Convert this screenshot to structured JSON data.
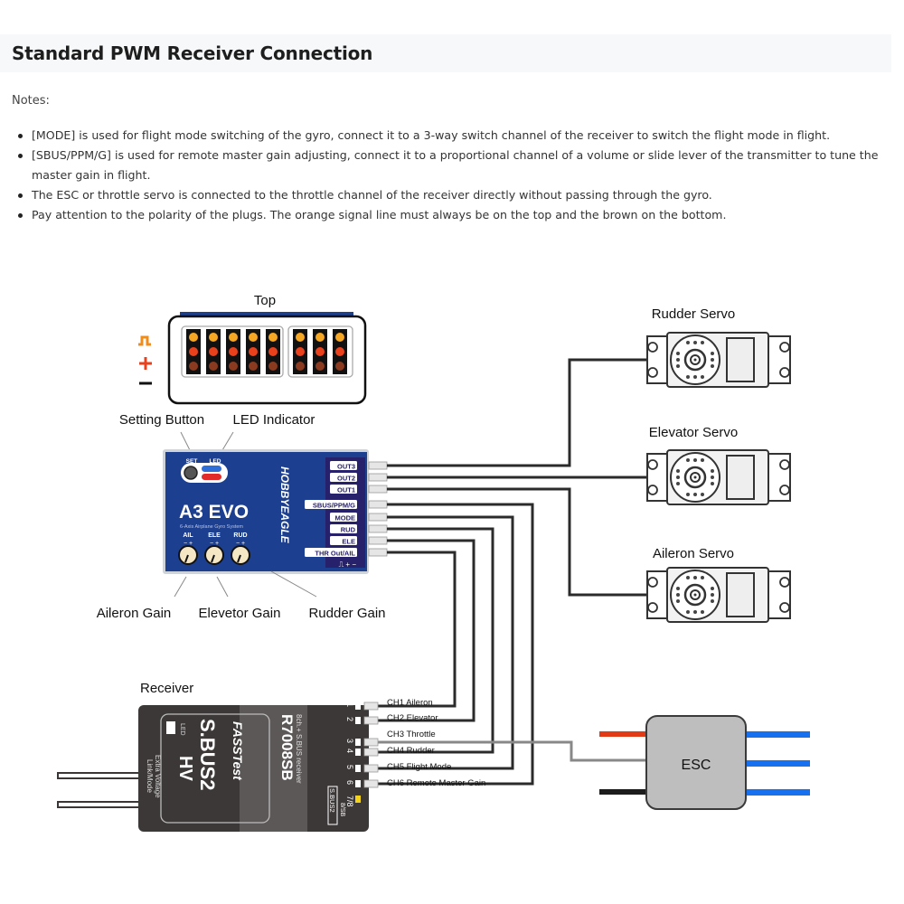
{
  "header": {
    "title": "Standard PWM Receiver Connection"
  },
  "notes": {
    "label": "Notes:",
    "items": [
      "[MODE] is used for flight mode switching of the gyro, connect it to a 3-way switch channel of the receiver to switch the flight mode in flight.",
      "[SBUS/PPM/G] is used for remote master gain adjusting, connect it to a proportional channel of a volume or slide lever of the transmitter to tune the master gain in flight.",
      "The ESC or throttle servo is connected to the throttle channel of the receiver directly without passing through the gyro.",
      "Pay attention to the polarity of the plugs. The orange signal line must always be on the top and the brown on the bottom."
    ]
  },
  "diagram": {
    "top_view": {
      "label": "Top",
      "polarity": [
        "signal",
        "+",
        "−"
      ],
      "colors": {
        "signal": "#f5a623",
        "plus": "#e8411c",
        "minus": "#8a3a1e",
        "housing_stripe": "#1d3f8f"
      }
    },
    "gyro": {
      "brand": "HOBBYEAGLE",
      "model": "A3 EVO",
      "subtitle": "6-Axis Airplane Gyro System",
      "set_label": "SET",
      "led_label": "LED",
      "knobs": [
        "AIL",
        "ELE",
        "RUD"
      ],
      "ports": [
        "OUT3",
        "OUT2",
        "OUT1",
        "SBUS/PPM/G",
        "MODE",
        "RUD",
        "ELE",
        "THR Out/AIL"
      ],
      "polarity_marks": "⎍ + −",
      "color": "#1d3f8f"
    },
    "callouts": {
      "setting_button": "Setting Button",
      "led_indicator": "LED Indicator",
      "aileron_gain": "Aileron Gain",
      "elevator_gain": "Elevetor Gain",
      "rudder_gain": "Rudder Gain"
    },
    "servos": [
      "Rudder Servo",
      "Elevator Servo",
      "Aileron Servo"
    ],
    "receiver": {
      "label": "Receiver",
      "model": "R7008SB",
      "subtitle": "8ch.+ S.BUS receiver",
      "brand": "FASSTest",
      "sbus": "S.BUS2",
      "hv": "HV",
      "side_text": "Extra Voltage",
      "side_text2": "Link/Mode",
      "led": "LED",
      "pins": [
        "1",
        "2",
        "3",
        "4",
        "5",
        "6",
        "7/8"
      ],
      "sbus_port": "S.BUS2",
      "pin_extra": "8/SB",
      "channels": [
        "CH1 Aileron",
        "CH2 Elevator",
        "CH3 Throttle",
        "CH4 Rudder",
        "CH5 Flight Mode",
        "CH6 Remote Master Gain"
      ]
    },
    "esc": {
      "label": "ESC",
      "colors": {
        "body": "#bfbebe",
        "positive": "#e23a14",
        "negative": "#1c1c1c",
        "motor": "#1670f0"
      }
    }
  }
}
